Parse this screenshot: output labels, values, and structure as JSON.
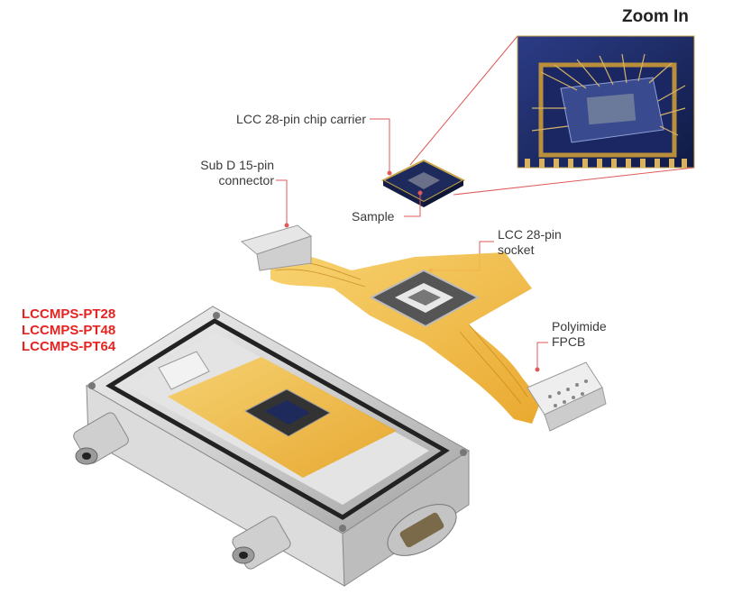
{
  "zoom_title": "Zoom In",
  "labels": {
    "chip_carrier": "LCC 28-pin chip carrier",
    "subd_line1": "Sub D 15-pin",
    "subd_line2": "connector",
    "sample": "Sample",
    "socket_line1": "LCC 28-pin",
    "socket_line2": "socket",
    "fpcb_line1": "Polyimide",
    "fpcb_line2": "FPCB"
  },
  "models": [
    "LCCMPS-PT28",
    "LCCMPS-PT48",
    "LCCMPS-PT64"
  ],
  "colors": {
    "leader": "#e05a5a",
    "model_text": "#e52421",
    "flex": "#f2b12a",
    "chip": "#1e2a5c",
    "metal": "#d9d9d9"
  }
}
